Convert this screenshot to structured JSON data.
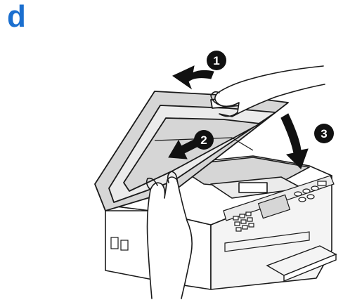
{
  "step": {
    "letter": "d"
  },
  "callouts": [
    {
      "number": "1"
    },
    {
      "number": "2"
    },
    {
      "number": "3"
    }
  ],
  "colors": {
    "step_letter": "#1b6fcf",
    "line": "#1a1a1a",
    "shade": "#d6d6d6",
    "light_shade": "#ebebeb",
    "badge": "#111111"
  }
}
